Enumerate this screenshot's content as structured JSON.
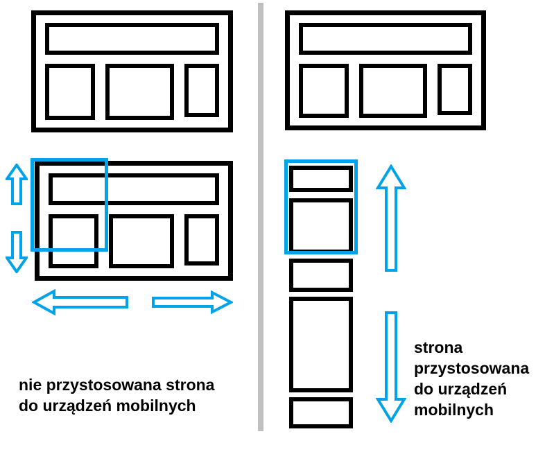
{
  "diagram": {
    "left": {
      "caption_lines": [
        "nie przystosowana strona",
        "do urządzeń mobilnych"
      ]
    },
    "right": {
      "caption_lines": [
        "strona",
        "przystosowana",
        "do urządzeń",
        "mobilnych"
      ]
    },
    "colors": {
      "wireframe_outline": "#000000",
      "accent_blue": "#00a2e8",
      "divider_gray": "#bfbfbf",
      "background": "#ffffff"
    },
    "icons": {
      "left_panel": [
        "arrow-up-icon",
        "arrow-down-icon",
        "arrow-left-icon",
        "arrow-right-icon"
      ],
      "right_panel": [
        "arrow-up-icon",
        "arrow-down-icon"
      ]
    }
  }
}
